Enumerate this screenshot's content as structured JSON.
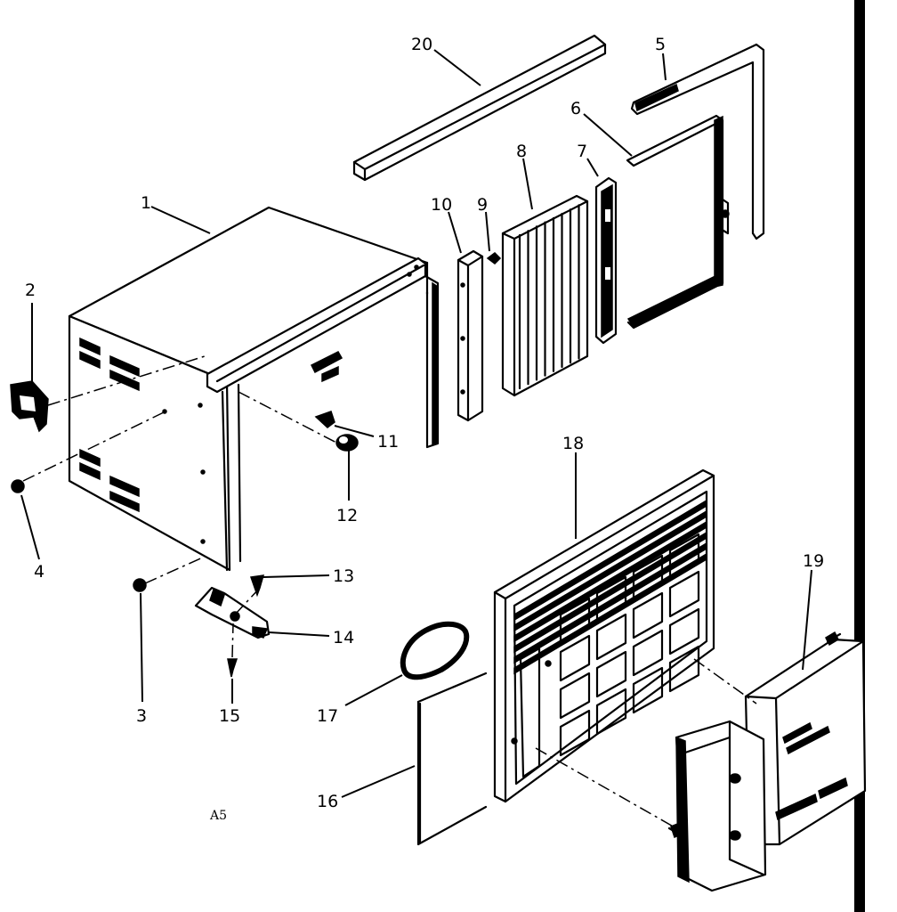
{
  "diagram": {
    "part_labels": {
      "p1": "1",
      "p2": "2",
      "p3": "3",
      "p4": "4",
      "p5": "5",
      "p6": "6",
      "p7": "7",
      "p8": "8",
      "p9": "9",
      "p10": "10",
      "p11": "11",
      "p12": "12",
      "p13": "13",
      "p14": "14",
      "p15": "15",
      "p16": "16",
      "p17": "17",
      "p18": "18",
      "p19": "19",
      "p20": "20"
    },
    "figure_code": "A5"
  }
}
